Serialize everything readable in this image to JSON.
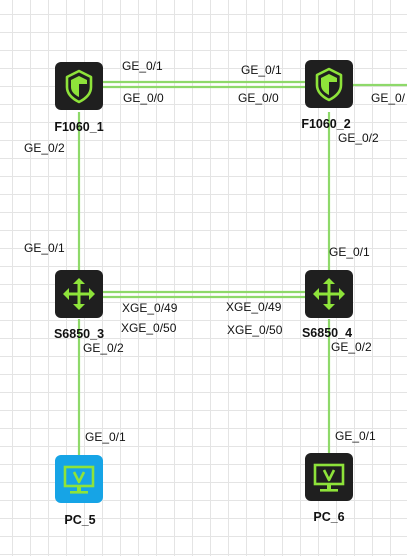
{
  "colors": {
    "link": "#8ed96a",
    "device_bg": "#1f1f1f",
    "device_selected_bg": "#16a4e6",
    "icon_accent": "#8ee33a",
    "canvas_grid": "#e4e4e4"
  },
  "devices": {
    "f1060_1": {
      "name": "F1060_1",
      "type": "firewall",
      "icon": "shield-icon"
    },
    "f1060_2": {
      "name": "F1060_2",
      "type": "firewall",
      "icon": "shield-icon"
    },
    "s6850_3": {
      "name": "S6850_3",
      "type": "switch",
      "icon": "switch-arrows-icon"
    },
    "s6850_4": {
      "name": "S6850_4",
      "type": "switch",
      "icon": "switch-arrows-icon"
    },
    "pc_5": {
      "name": "PC_5",
      "type": "pc",
      "icon": "monitor-icon",
      "selected": true
    },
    "pc_6": {
      "name": "PC_6",
      "type": "pc",
      "icon": "monitor-icon",
      "selected": false
    }
  },
  "links": {
    "fw_fw_1": {
      "a": "GE_0/1",
      "b": "GE_0/1"
    },
    "fw_fw_2": {
      "a": "GE_0/0",
      "b": "GE_0/0"
    },
    "f1_s3": {
      "a": "GE_0/2",
      "b": "GE_0/1"
    },
    "f2_s4": {
      "a": "GE_0/2",
      "b": "GE_0/1"
    },
    "sw_sw_1": {
      "a": "XGE_0/49",
      "b": "XGE_0/49"
    },
    "sw_sw_2": {
      "a": "XGE_0/50",
      "b": "XGE_0/50"
    },
    "s3_pc5": {
      "a": "GE_0/2",
      "b": "GE_0/1"
    },
    "s4_pc6": {
      "a": "GE_0/2",
      "b": "GE_0/1"
    },
    "f2_external": {
      "a": "GE_0/"
    }
  }
}
